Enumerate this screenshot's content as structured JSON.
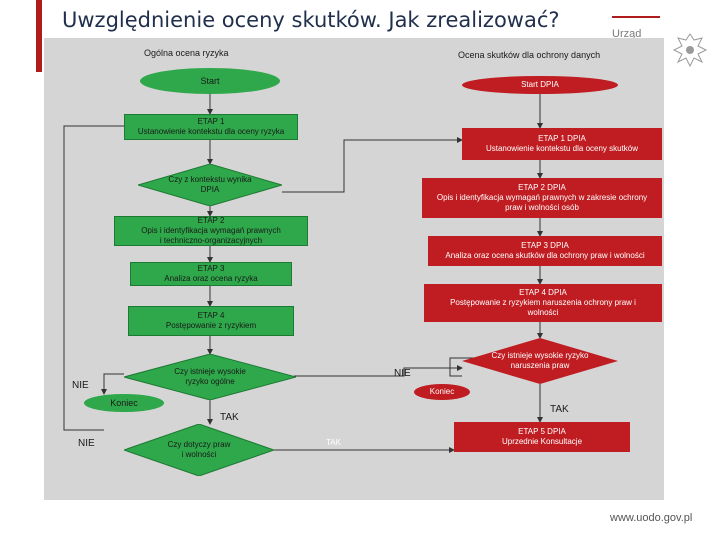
{
  "title": "Uwzględnienie oceny skutków. Jak zrealizować?",
  "logo": {
    "text": "Urząd"
  },
  "website": "www.uodo.gov.pl",
  "diagram": {
    "left_header": "Ogólna ocena ryzyka",
    "right_header": "Ocena skutków dla ochrony danych",
    "start_left": "Start",
    "start_right": "Start DPIA",
    "left_etap1": "ETAP 1\nUstanowienie kontekstu dla oceny ryzyka",
    "decision_context": "Czy z kontekstu wynika\nDPIA",
    "left_etap2": "ETAP 2\nOpis i identyfikacja wymagań prawnych\ni techniczno-organizacyjnych",
    "left_etap3": "ETAP 3\nAnaliza oraz ocena ryzyka",
    "left_etap4": "ETAP 4\nPostępowanie z ryzykiem",
    "decision_high_risk": "Czy istnieje wysokie\nryzyko ogólne",
    "decision_rights": "Czy dotyczy praw\ni wolności",
    "end_left": "Koniec",
    "nie_1": "NIE",
    "nie_2": "NIE",
    "tak_1": "TAK",
    "tak_2": "TAK",
    "right_etap1": "ETAP 1 DPIA\nUstanowienie kontekstu dla oceny skutków",
    "right_etap2": "ETAP 2 DPIA\nOpis i identyfikacja wymagań prawnych w zakresie ochrony\npraw i wolności osób",
    "right_etap3": "ETAP 3 DPIA\nAnaliza oraz ocena skutków dla ochrony praw i wolności",
    "right_etap4": "ETAP 4 DPIA\nPostępowanie z ryzykiem naruszenia ochrony praw i\nwolności",
    "decision_right": "Czy istnieje wysokie ryzyko\nnaruszenia praw",
    "nie_right": "NIE",
    "end_right": "Koniec",
    "tak_right": "TAK",
    "right_etap5": "ETAP 5 DPIA\nUprzednie Konsultacje"
  },
  "colors": {
    "green": "#2ea84a",
    "red": "#c01d22",
    "background": "#d5d5d5",
    "accent": "#b01b1b"
  }
}
